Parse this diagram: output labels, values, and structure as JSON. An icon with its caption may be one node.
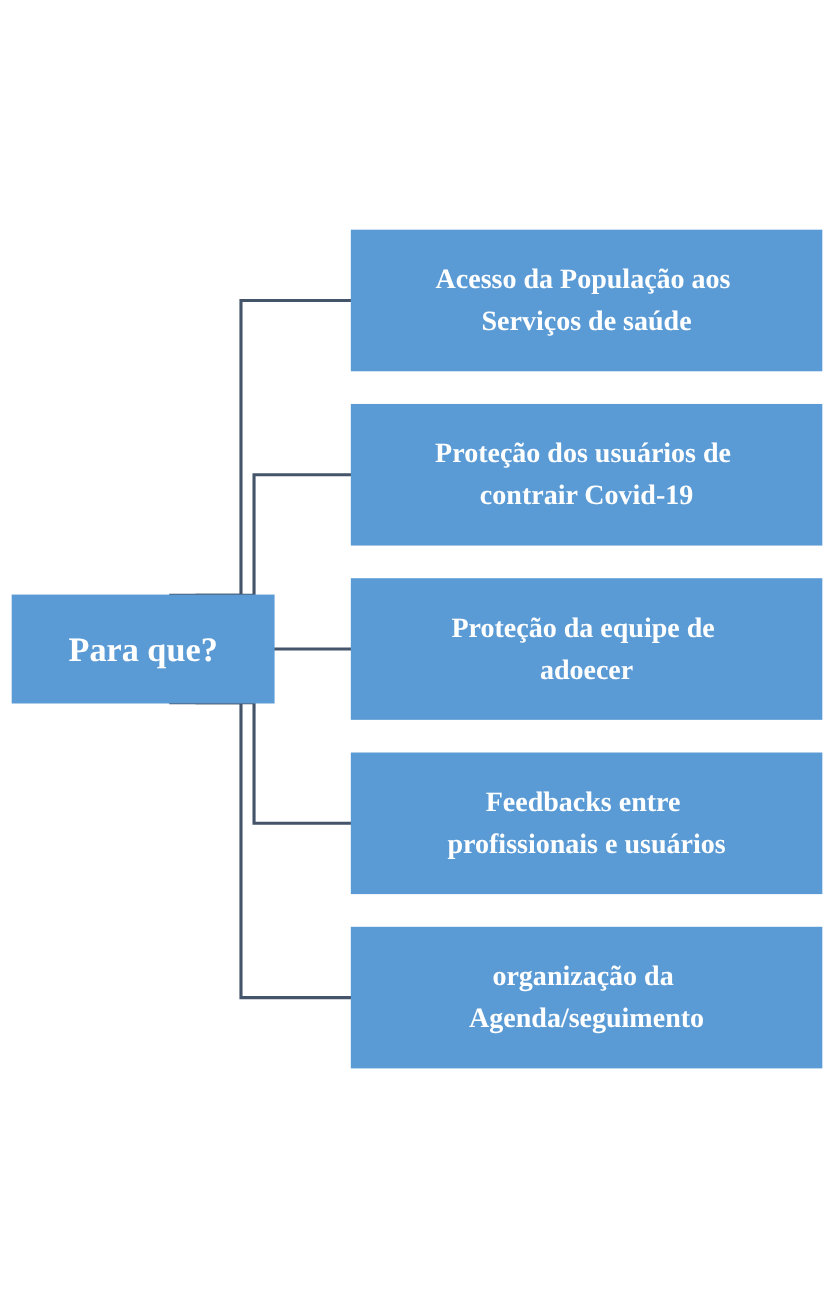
{
  "diagram": {
    "nodes": [
      {
        "text": [
          "Para que?"
        ]
      },
      {
        "text": [
          "Acesso da População aos Serviços de saúde"
        ]
      },
      {
        "text": [
          "Proteção dos usuários de contrair Covid-19"
        ]
      },
      {
        "text": [
          "Proteção da equipe de adoecer"
        ]
      },
      {
        "text": [
          "Feedbacks entre profissionais e usuários"
        ]
      },
      {
        "text": [
          "organização da Agenda/seguimento"
        ]
      }
    ],
    "edges": [
      {
        "from": 0,
        "to": 1,
        "arrow": "none"
      },
      {
        "from": 0,
        "to": 2,
        "arrow": "none"
      },
      {
        "from": 0,
        "to": 3,
        "arrow": "none"
      },
      {
        "from": 0,
        "to": 4,
        "arrow": "none"
      },
      {
        "from": 0,
        "to": 5,
        "arrow": "none"
      }
    ]
  }
}
